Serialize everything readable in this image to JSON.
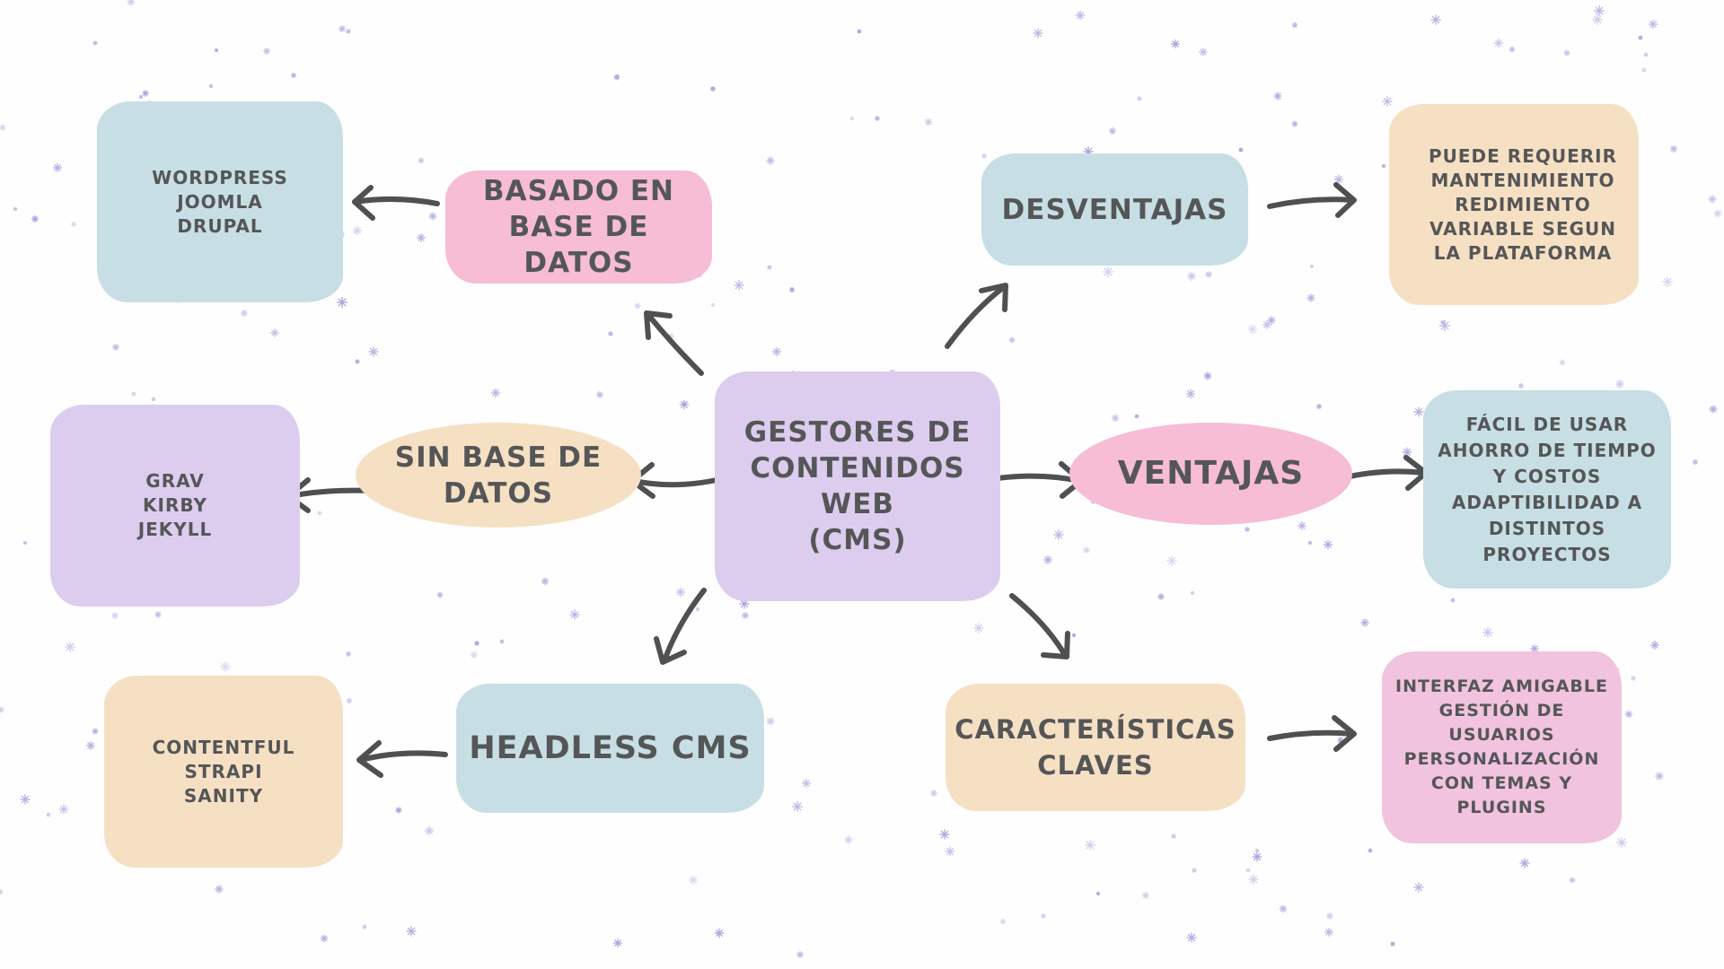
{
  "colors": {
    "blue": "#c7dfe4",
    "pink": "#f6bdd5",
    "lavender": "#dccdef",
    "peach": "#f6e0c4",
    "rose": "#f1c3de",
    "text": "#555657",
    "arrow": "#4f5052",
    "star": "#9f93d9"
  },
  "center": {
    "label": "Gestores de\ncontenidos\nweb\n(CMS)"
  },
  "branches": {
    "basado": {
      "label": "Basado en\nbase de\ndatos",
      "detail": "Wordpress\nJoomla\nDrupal"
    },
    "sin_base": {
      "label": "Sin base de\ndatos",
      "detail": "Grav\nKirby\nJekyll"
    },
    "headless": {
      "label": "Headless CMS",
      "detail": "Contentful\nStrapi\nSanity"
    },
    "desventajas": {
      "label": "Desventajas",
      "detail": "Puede requerir\nmantenimiento\nredimiento\nvariable segun\nla plataforma"
    },
    "ventajas": {
      "label": "Ventajas",
      "detail": "Fácil de usar\nahorro de tiempo\ny costos\nadaptibilidad a\ndistintos\nproyectos"
    },
    "caracteristicas": {
      "label": "Características\nclaves",
      "detail": "Interfaz amigable\ngestión de\nusuarios\npersonalización\ncon temas y\nplugins"
    }
  }
}
